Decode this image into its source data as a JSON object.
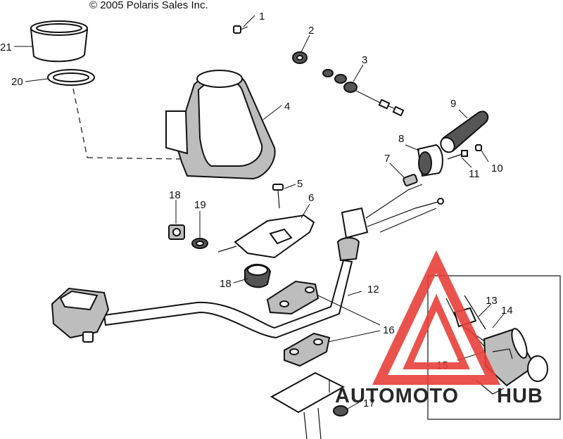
{
  "copyright": "© 2005 Polaris Sales Inc.",
  "callouts": [
    "1",
    "2",
    "3",
    "4",
    "5",
    "6",
    "7",
    "8",
    "9",
    "10",
    "11",
    "12",
    "13",
    "14",
    "15",
    "16",
    "17",
    "18",
    "18",
    "19",
    "20",
    "21"
  ],
  "watermark": {
    "brand_left": "AUTOMOTO",
    "brand_right": "HUB",
    "color_left": "#f4b43c",
    "color_right": "#1a1a1a",
    "triangle_color": "#e8413a"
  }
}
